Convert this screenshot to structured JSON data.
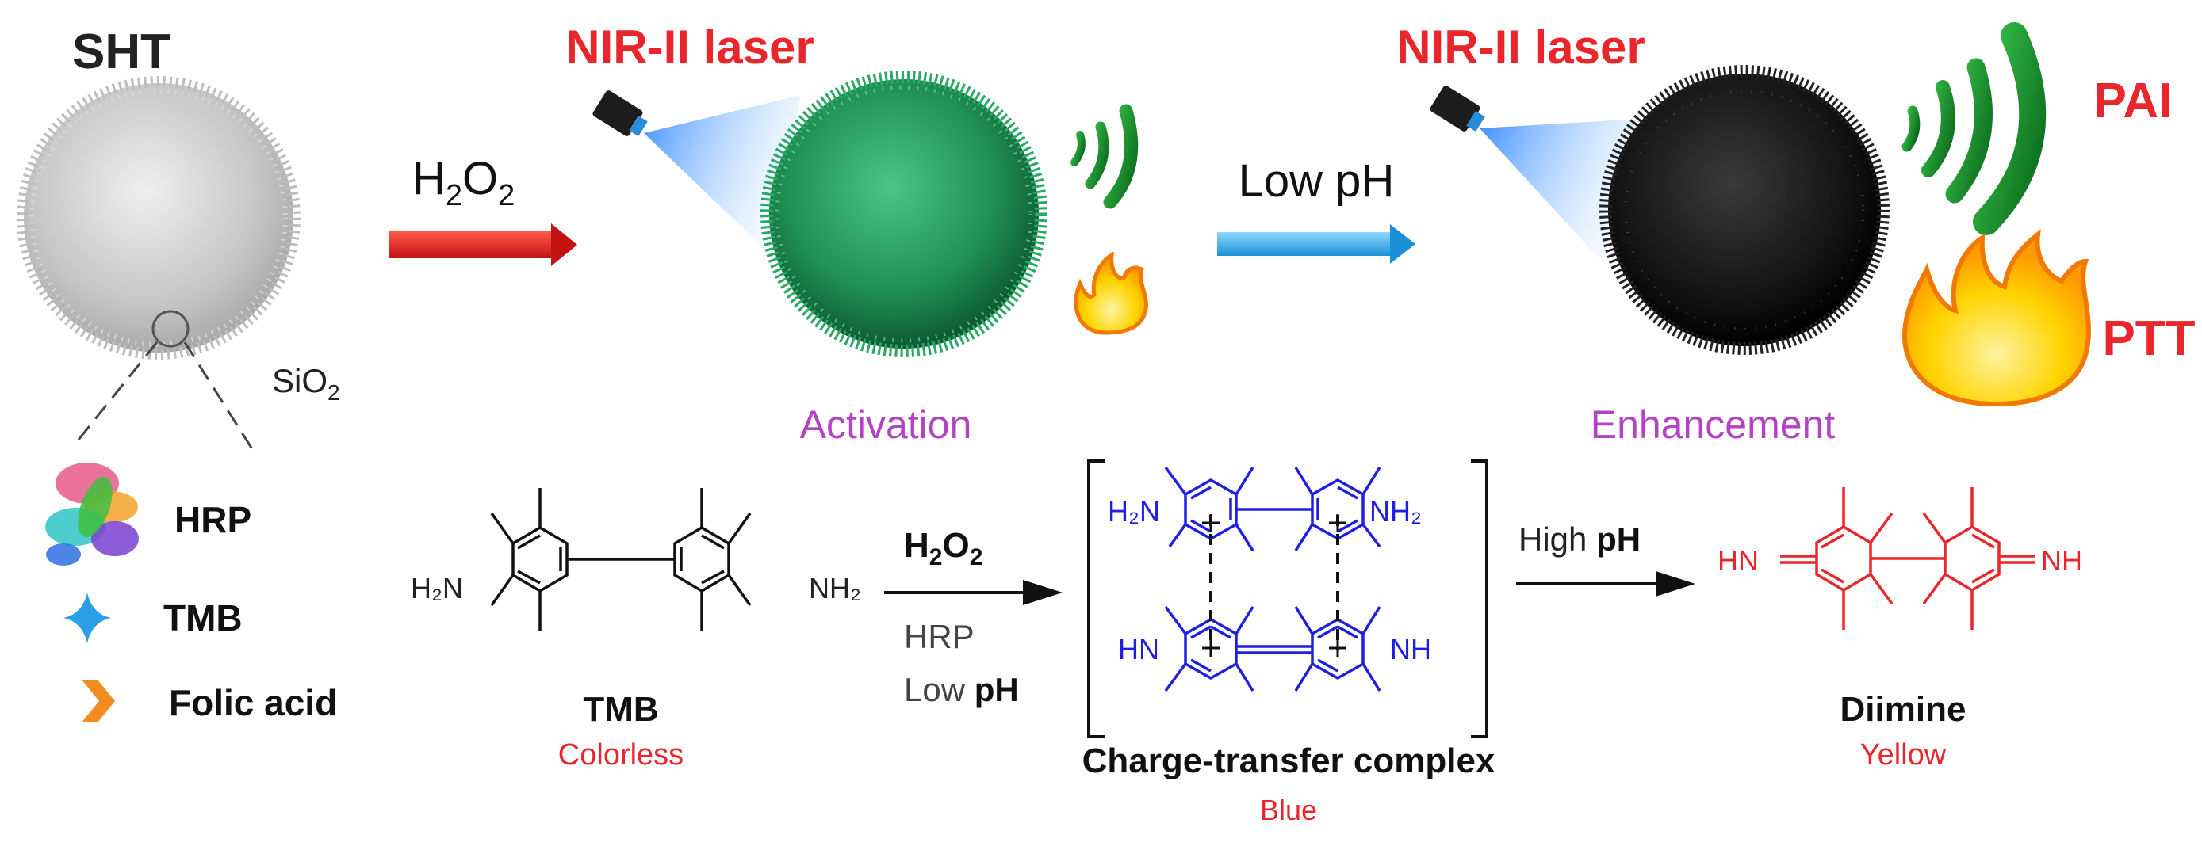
{
  "colors": {
    "red": "#e8262b",
    "purple": "#b342c4",
    "blue": "#1f1fe0",
    "arrow_red": "#d91e1e",
    "arrow_blue": "#2aa6e6",
    "green": "#1f8f55",
    "black": "#111111",
    "gray_sphere": "#c9c9c9"
  },
  "labels": {
    "sht": "SHT",
    "laser_1": "NIR-II laser",
    "laser_2": "NIR-II laser",
    "h2o2_top_main": "H",
    "h2o2_top_sub1": "2",
    "h2o2_top_mid": "O",
    "h2o2_top_sub2": "2",
    "low_ph_top": "Low pH",
    "pai": "PAI",
    "ptt": "PTT",
    "sio2_main": "SiO",
    "sio2_sub": "2",
    "activation": "Activation",
    "enhancement": "Enhancement"
  },
  "legend": {
    "hrp": "HRP",
    "tmb": "TMB",
    "folic_acid": "Folic acid"
  },
  "reaction": {
    "tmb_name": "TMB",
    "tmb_color": "Colorless",
    "tmb_left_group": "H₂N",
    "tmb_right_group": "NH₂",
    "arrow1_top_main": "H",
    "arrow1_top_sub1": "2",
    "arrow1_top_mid": "O",
    "arrow1_top_sub2": "2",
    "arrow1_bottom_1": "HRP",
    "arrow1_bottom_2_pre": "Low ",
    "arrow1_bottom_2_bold": "pH",
    "complex_name": "Charge-transfer complex",
    "complex_color": "Blue",
    "complex_top_left": "H₂N",
    "complex_top_right": "NH₂",
    "complex_bot_left": "HN",
    "complex_bot_right": "NH",
    "arrow2_pre": "High ",
    "arrow2_bold": "pH",
    "diimine_name": "Diimine",
    "diimine_color": "Yellow",
    "diimine_left": "HN",
    "diimine_right": "NH"
  }
}
